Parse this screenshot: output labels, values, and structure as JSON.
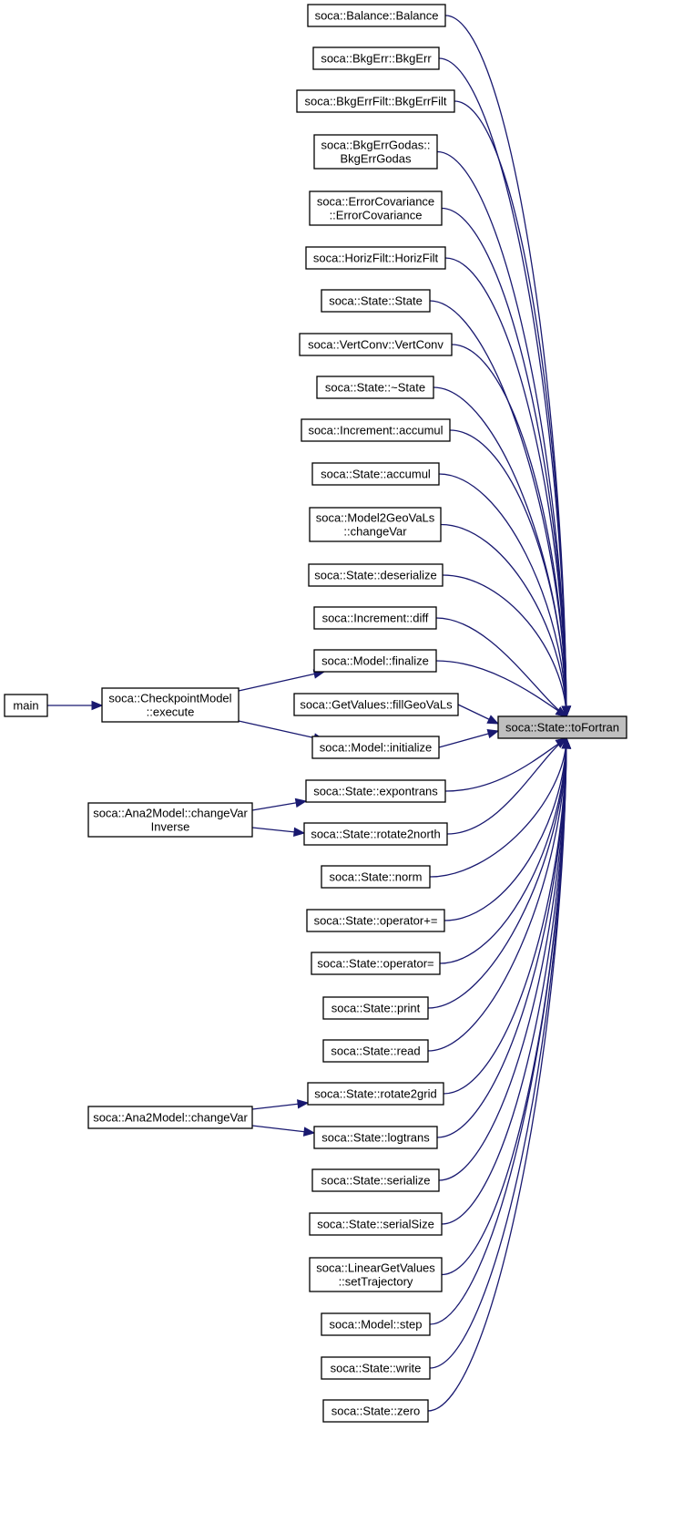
{
  "graph": {
    "target": "soca::State::toFortran",
    "callers": [
      [
        "soca::Balance::Balance"
      ],
      [
        "soca::BkgErr::BkgErr"
      ],
      [
        "soca::BkgErrFilt::BkgErrFilt"
      ],
      [
        "soca::BkgErrGodas::",
        "BkgErrGodas"
      ],
      [
        "soca::ErrorCovariance",
        "::ErrorCovariance"
      ],
      [
        "soca::HorizFilt::HorizFilt"
      ],
      [
        "soca::State::State"
      ],
      [
        "soca::VertConv::VertConv"
      ],
      [
        "soca::State::~State"
      ],
      [
        "soca::Increment::accumul"
      ],
      [
        "soca::State::accumul"
      ],
      [
        "soca::Model2GeoVaLs",
        "::changeVar"
      ],
      [
        "soca::State::deserialize"
      ],
      [
        "soca::Increment::diff"
      ],
      [
        "soca::Model::finalize"
      ],
      [
        "soca::GetValues::fillGeoVaLs"
      ],
      [
        "soca::Model::initialize"
      ],
      [
        "soca::State::expontrans"
      ],
      [
        "soca::State::rotate2north"
      ],
      [
        "soca::State::norm"
      ],
      [
        "soca::State::operator+="
      ],
      [
        "soca::State::operator="
      ],
      [
        "soca::State::print"
      ],
      [
        "soca::State::read"
      ],
      [
        "soca::State::rotate2grid"
      ],
      [
        "soca::State::logtrans"
      ],
      [
        "soca::State::serialize"
      ],
      [
        "soca::State::serialSize"
      ],
      [
        "soca::LinearGetValues",
        "::setTrajectory"
      ],
      [
        "soca::Model::step"
      ],
      [
        "soca::State::write"
      ],
      [
        "soca::State::zero"
      ]
    ],
    "checkpoint": [
      "soca::CheckpointModel",
      "::execute"
    ],
    "main": "main",
    "ana2_inverse": [
      "soca::Ana2Model::changeVar",
      "Inverse"
    ],
    "ana2_changevar": "soca::Ana2Model::changeVar"
  },
  "colors": {
    "edge": "#191970",
    "target_fill": "#bfbfbf",
    "node_fill": "#ffffff",
    "node_stroke": "#000000"
  }
}
